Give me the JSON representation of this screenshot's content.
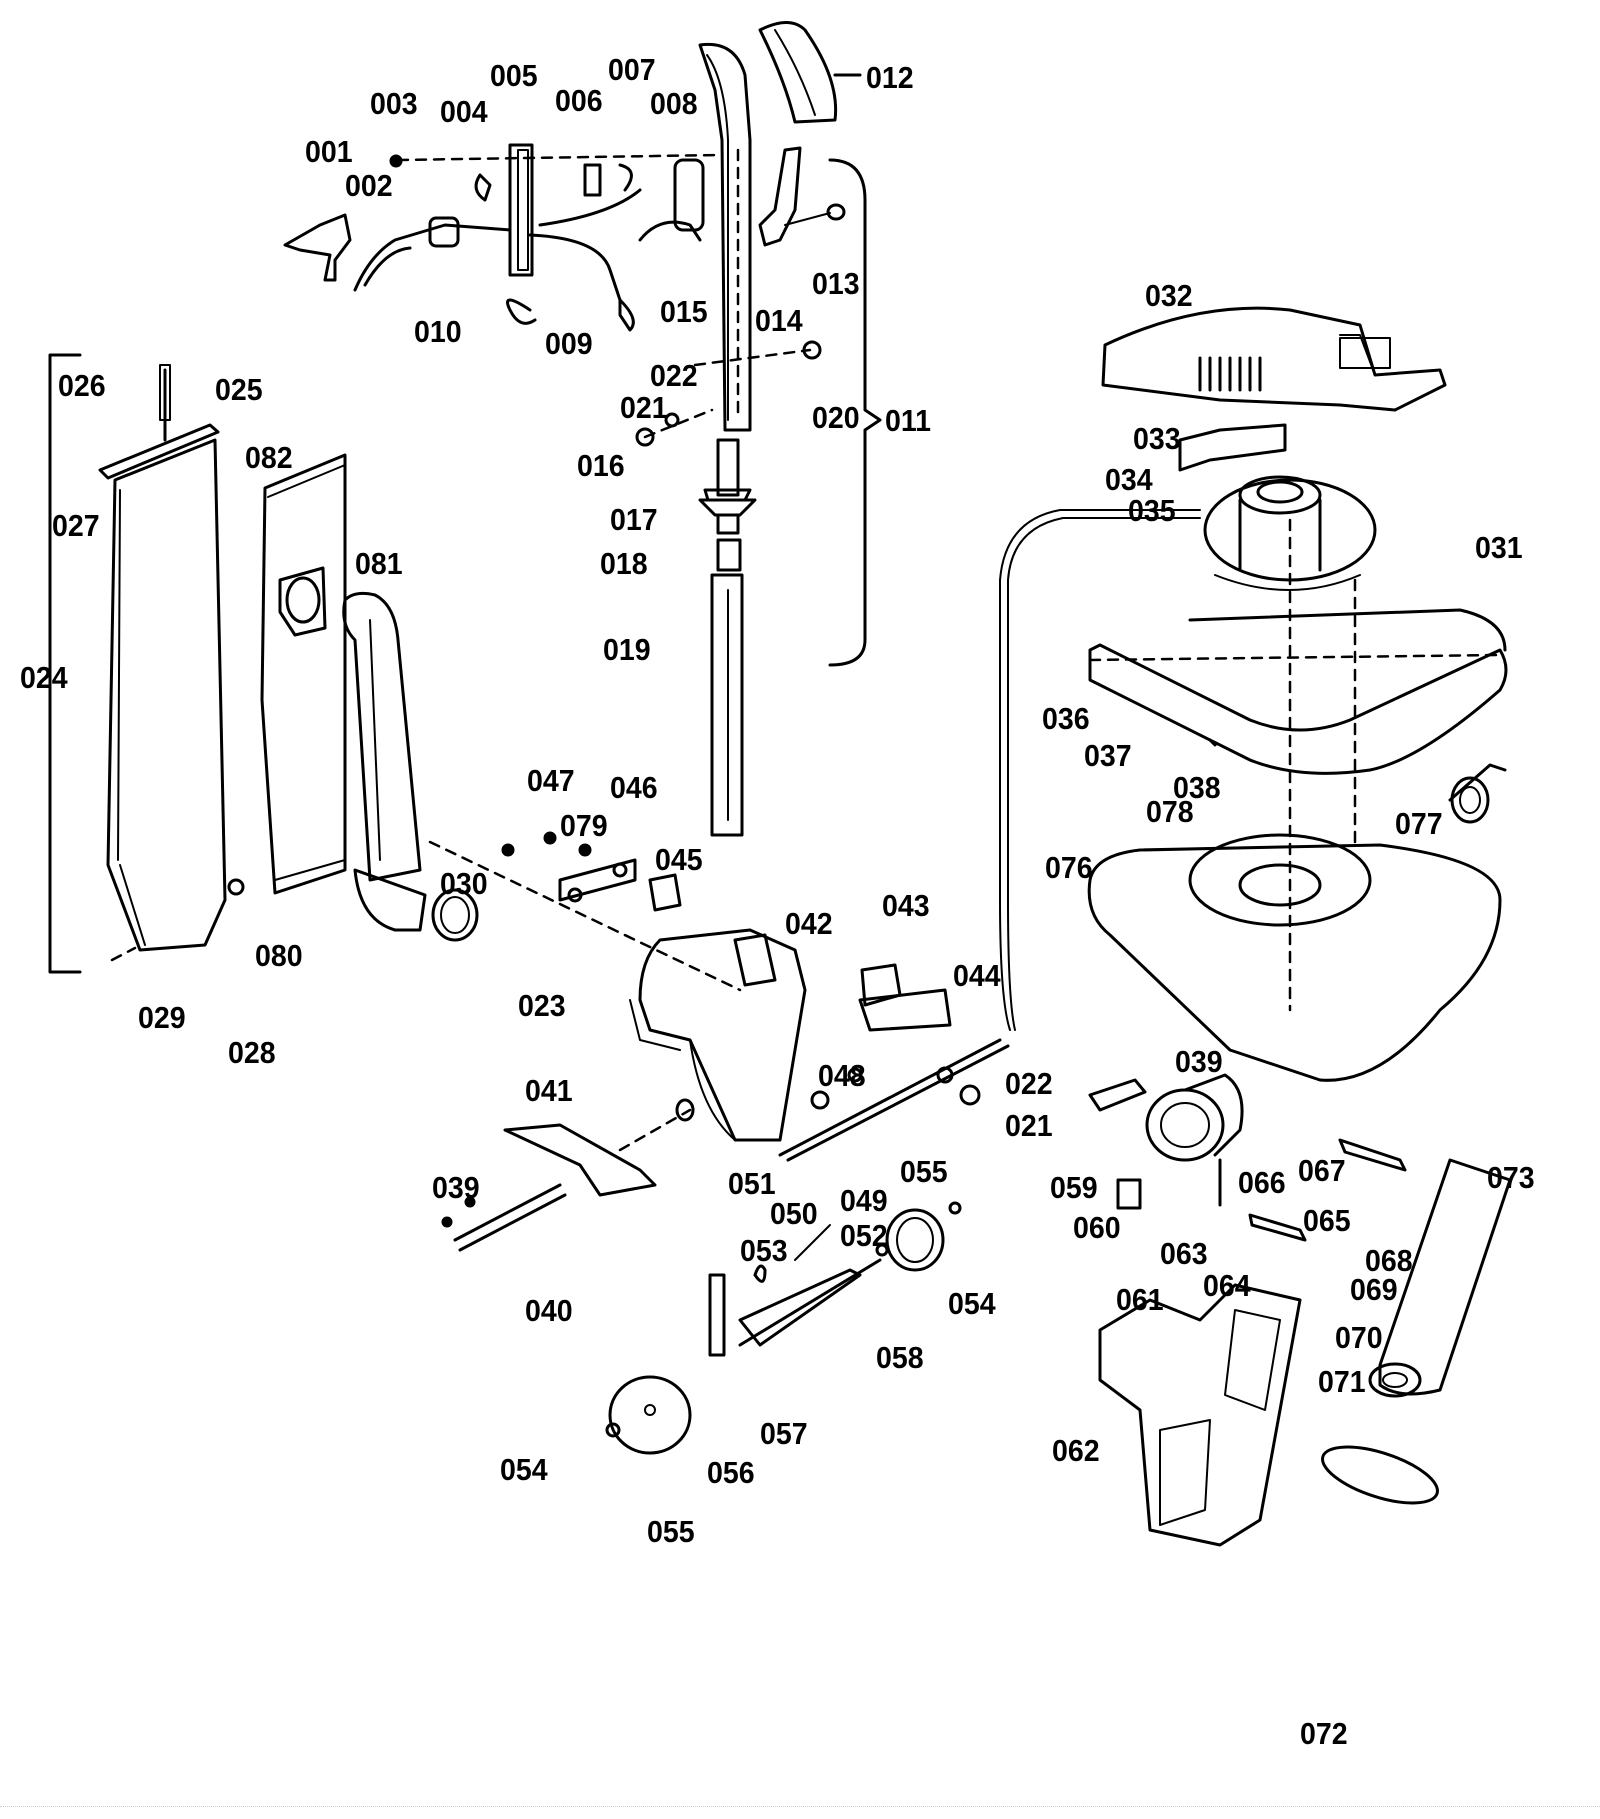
{
  "diagram": {
    "title": "Upright vacuum cleaner exploded parts view",
    "type": "exploded-parts-diagram",
    "labels": [
      {
        "id": "001",
        "text": "001"
      },
      {
        "id": "002",
        "text": "002"
      },
      {
        "id": "003",
        "text": "003"
      },
      {
        "id": "004",
        "text": "004"
      },
      {
        "id": "005",
        "text": "005"
      },
      {
        "id": "006",
        "text": "006"
      },
      {
        "id": "007",
        "text": "007"
      },
      {
        "id": "008",
        "text": "008"
      },
      {
        "id": "009",
        "text": "009"
      },
      {
        "id": "010",
        "text": "010"
      },
      {
        "id": "011",
        "text": "011"
      },
      {
        "id": "012",
        "text": "012"
      },
      {
        "id": "013",
        "text": "013"
      },
      {
        "id": "014",
        "text": "014"
      },
      {
        "id": "015",
        "text": "015"
      },
      {
        "id": "016",
        "text": "016"
      },
      {
        "id": "017",
        "text": "017"
      },
      {
        "id": "018",
        "text": "018"
      },
      {
        "id": "019",
        "text": "019"
      },
      {
        "id": "020",
        "text": "020"
      },
      {
        "id": "021a",
        "text": "021"
      },
      {
        "id": "022a",
        "text": "022"
      },
      {
        "id": "023",
        "text": "023"
      },
      {
        "id": "024",
        "text": "024"
      },
      {
        "id": "025",
        "text": "025"
      },
      {
        "id": "026",
        "text": "026"
      },
      {
        "id": "027",
        "text": "027"
      },
      {
        "id": "028",
        "text": "028"
      },
      {
        "id": "029",
        "text": "029"
      },
      {
        "id": "030",
        "text": "030"
      },
      {
        "id": "031",
        "text": "031"
      },
      {
        "id": "032",
        "text": "032"
      },
      {
        "id": "033",
        "text": "033"
      },
      {
        "id": "034",
        "text": "034"
      },
      {
        "id": "035",
        "text": "035"
      },
      {
        "id": "036",
        "text": "036"
      },
      {
        "id": "037",
        "text": "037"
      },
      {
        "id": "038",
        "text": "038"
      },
      {
        "id": "039a",
        "text": "039"
      },
      {
        "id": "039b",
        "text": "039"
      },
      {
        "id": "040",
        "text": "040"
      },
      {
        "id": "041",
        "text": "041"
      },
      {
        "id": "042",
        "text": "042"
      },
      {
        "id": "043",
        "text": "043"
      },
      {
        "id": "044",
        "text": "044"
      },
      {
        "id": "045",
        "text": "045"
      },
      {
        "id": "046",
        "text": "046"
      },
      {
        "id": "047",
        "text": "047"
      },
      {
        "id": "048",
        "text": "048"
      },
      {
        "id": "049",
        "text": "049"
      },
      {
        "id": "050",
        "text": "050"
      },
      {
        "id": "051",
        "text": "051"
      },
      {
        "id": "052",
        "text": "052"
      },
      {
        "id": "053",
        "text": "053"
      },
      {
        "id": "054a",
        "text": "054"
      },
      {
        "id": "054b",
        "text": "054"
      },
      {
        "id": "055a",
        "text": "055"
      },
      {
        "id": "055b",
        "text": "055"
      },
      {
        "id": "056",
        "text": "056"
      },
      {
        "id": "057",
        "text": "057"
      },
      {
        "id": "058",
        "text": "058"
      },
      {
        "id": "059",
        "text": "059"
      },
      {
        "id": "060",
        "text": "060"
      },
      {
        "id": "061",
        "text": "061"
      },
      {
        "id": "062",
        "text": "062"
      },
      {
        "id": "063",
        "text": "063"
      },
      {
        "id": "064",
        "text": "064"
      },
      {
        "id": "065",
        "text": "065"
      },
      {
        "id": "066",
        "text": "066"
      },
      {
        "id": "067",
        "text": "067"
      },
      {
        "id": "068",
        "text": "068"
      },
      {
        "id": "069",
        "text": "069"
      },
      {
        "id": "070",
        "text": "070"
      },
      {
        "id": "071",
        "text": "071"
      },
      {
        "id": "072",
        "text": "072"
      },
      {
        "id": "073",
        "text": "073"
      },
      {
        "id": "076",
        "text": "076"
      },
      {
        "id": "077",
        "text": "077"
      },
      {
        "id": "078",
        "text": "078"
      },
      {
        "id": "079",
        "text": "079"
      },
      {
        "id": "080",
        "text": "080"
      },
      {
        "id": "081",
        "text": "081"
      },
      {
        "id": "082",
        "text": "082"
      },
      {
        "id": "021b",
        "text": "021"
      },
      {
        "id": "022b",
        "text": "022"
      }
    ],
    "parts": {
      "handle_grip": "012",
      "handle_assembly_group": "011",
      "bag_assembly_group": "024",
      "motor": "031",
      "hood": "032",
      "base": "076",
      "brush_roll": "071",
      "belt": "072",
      "bottom_plate": "062",
      "paper_bag": "082",
      "hose_elbow": "081",
      "hose": "080"
    }
  }
}
